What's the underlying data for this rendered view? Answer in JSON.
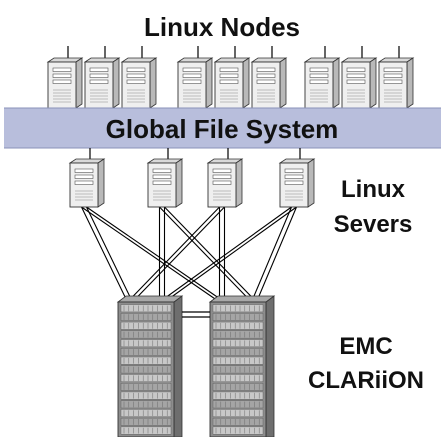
{
  "labels": {
    "top": "Linux Nodes",
    "band": "Global File System",
    "servers_line1": "Linux",
    "servers_line2": "Severs",
    "storage_line1": "EMC",
    "storage_line2": "CLARiiON"
  },
  "counts": {
    "node_groups": [
      3,
      3,
      3
    ],
    "servers": 4,
    "storage_racks": 2
  },
  "colors": {
    "band": "#b8bedc",
    "band_edge": "#8a92b8",
    "node_front": "#efefef",
    "node_side": "#b9b9b9",
    "rack_body": "#8d8d8d",
    "rack_light": "#c8c8c8",
    "cable": "#000000"
  },
  "icons": {
    "node": "server-tower-icon",
    "server": "server-icon",
    "storage": "storage-rack-icon"
  }
}
